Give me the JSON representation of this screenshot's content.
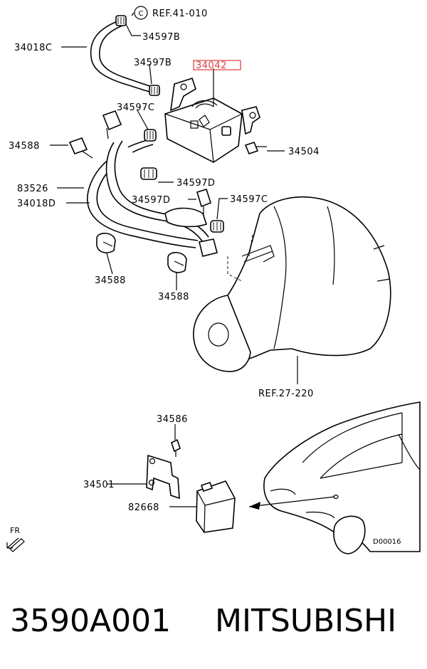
{
  "callouts": {
    "ref_41": "REF.41-010",
    "ref_circle": "C",
    "p34018C": "34018C",
    "p34597B_top": "34597B",
    "p34597B_mid": "34597B",
    "p34042": "34042",
    "p34597C_left": "34597C",
    "p34588_left": "34588",
    "p34504": "34504",
    "p34597D_right": "34597D",
    "p83526": "83526",
    "p34597D_mid": "34597D",
    "p34597C_right": "34597C",
    "p34018D": "34018D",
    "p34588_bottom1": "34588",
    "p34588_bottom2": "34588",
    "ref_27": "REF.27-220",
    "p34586": "34586",
    "p34501": "34501",
    "p82668": "82668",
    "fr": "FR",
    "code": "D00016"
  },
  "footer": {
    "part_number": "3590A001",
    "brand": "MITSUBISHI"
  },
  "colors": {
    "highlight": "#e0393e",
    "line": "#000000"
  }
}
